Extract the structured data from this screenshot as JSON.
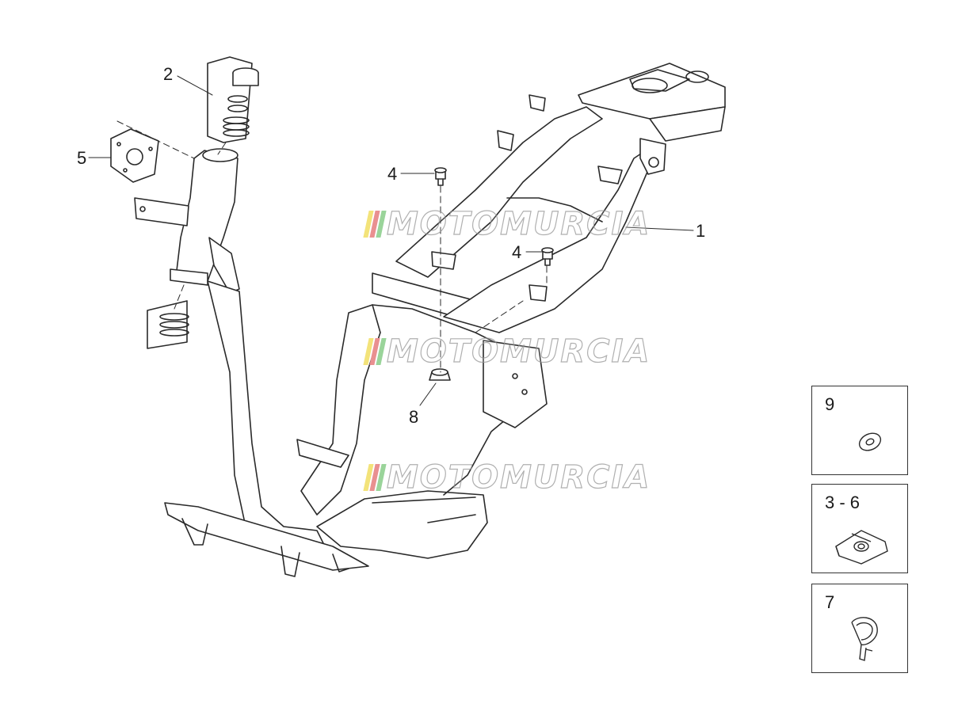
{
  "callouts": {
    "c1": "1",
    "c2": "2",
    "c4a": "4",
    "c4b": "4",
    "c5": "5",
    "c8": "8"
  },
  "boxes": {
    "b9": "9",
    "b36": "3 - 6",
    "b7": "7"
  },
  "watermark": {
    "text": "MOTOMURCIA",
    "colors": [
      "#f3e37a",
      "#e99090",
      "#9ad49a"
    ]
  },
  "colors": {
    "line": "#2a2a2a",
    "fill": "#ffffff"
  }
}
